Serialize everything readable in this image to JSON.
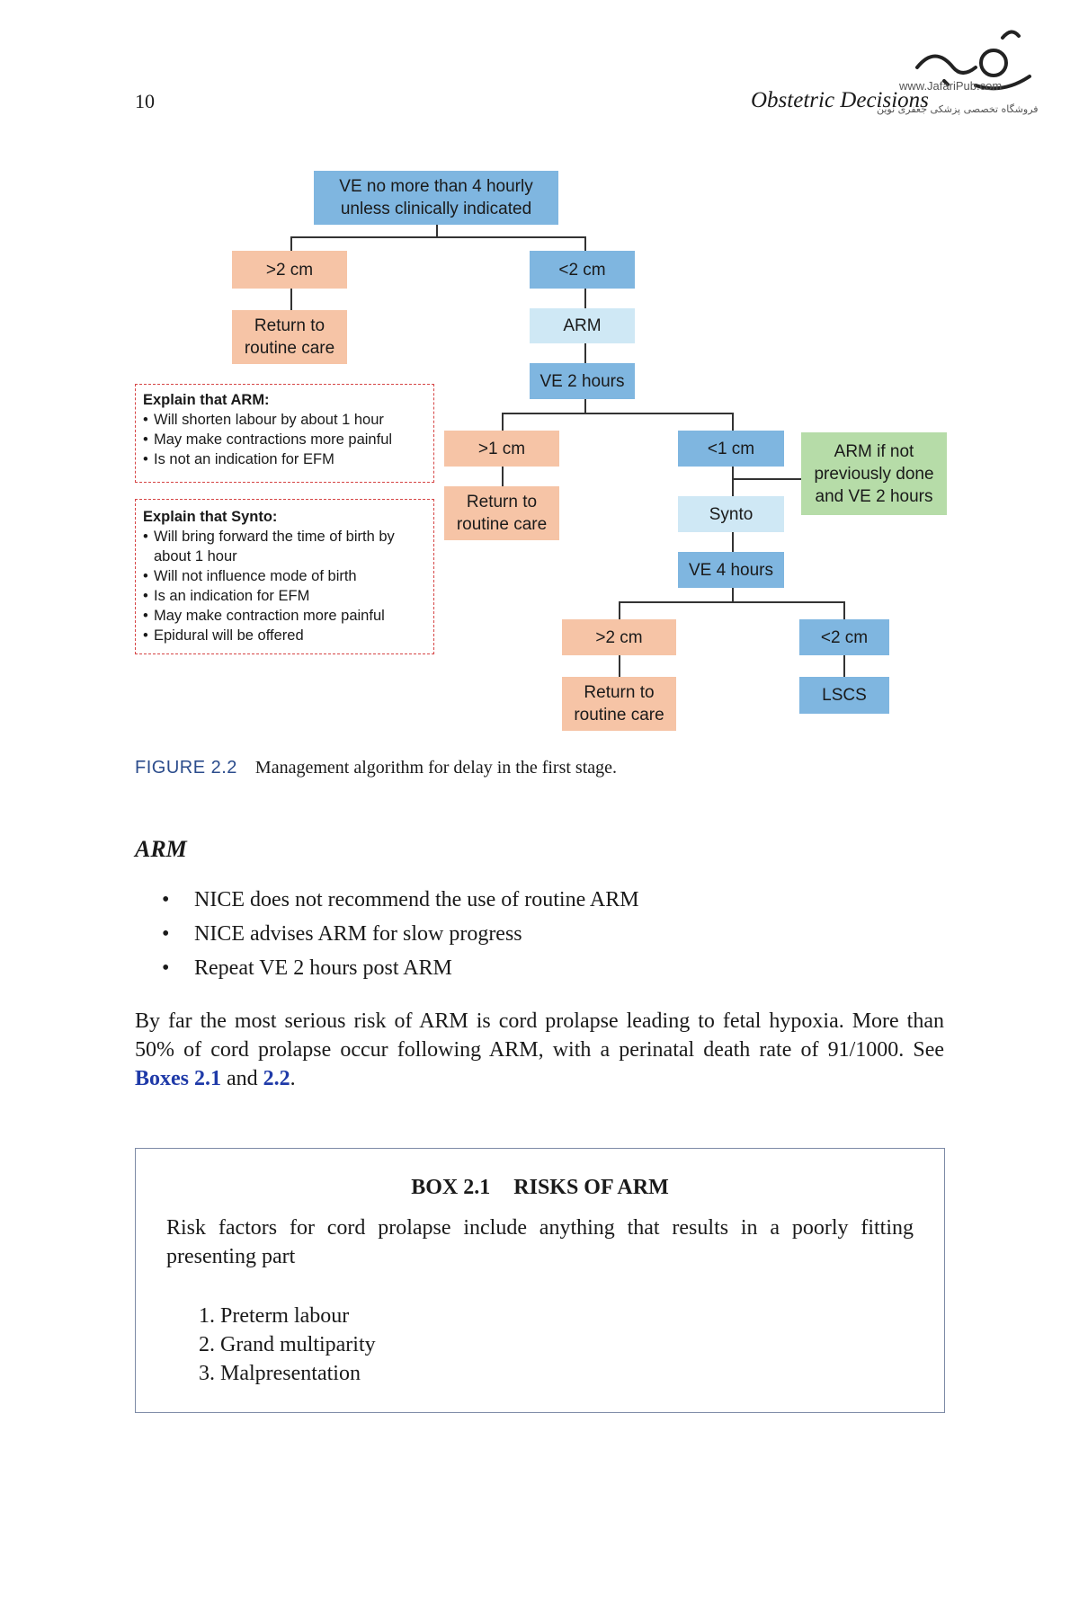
{
  "header": {
    "page_number": "10",
    "running_title": "Obstetric Decisions",
    "watermark_url": "www.JafariPub.com",
    "watermark_subtitle": "فروشگاه تخصصی پزشکی جعفری نوین"
  },
  "flowchart": {
    "root": "VE no more than 4 hourly unless clinically indicated",
    "left_branch": ">2 cm",
    "left_outcome": "Return to routine care",
    "right_branch": "<2 cm",
    "arm": "ARM",
    "ve_2_hours": "VE 2 hours",
    "gt1": ">1 cm",
    "gt1_outcome": "Return to routine care",
    "lt1": "<1 cm",
    "arm_if_not": "ARM if not previously done and VE 2 hours",
    "synto": "Synto",
    "ve_4_hours": "VE 4 hours",
    "gt2_final": ">2 cm",
    "gt2_final_outcome": "Return to routine care",
    "lt2_final": "<2 cm",
    "lscs": "LSCS",
    "note_arm": {
      "title": "Explain that ARM:",
      "items": [
        "Will shorten labour by about 1 hour",
        "May make contractions more painful",
        "Is not an indication for EFM"
      ]
    },
    "note_synto": {
      "title": "Explain that Synto:",
      "items": [
        "Will bring forward the time of birth by about 1 hour",
        "Will not influence mode of birth",
        "Is an indication for EFM",
        "May make contraction more painful",
        "Epidural will be offered"
      ]
    }
  },
  "caption": {
    "label": "FIGURE 2.2",
    "text": "Management algorithm for delay in the first stage."
  },
  "section": {
    "heading": "ARM",
    "bullets": [
      "NICE does not recommend the use of routine ARM",
      "NICE advises ARM for slow progress",
      "Repeat VE 2 hours post ARM"
    ],
    "paragraph_before": "By far the most serious risk of ARM is cord prolapse leading to fetal hypoxia. More than 50% of cord prolapse occur following ARM, with a perinatal death rate of 91/1000. See ",
    "link_boxes_word": "Boxes",
    "link_box_1": "2.1",
    "paragraph_and": " and ",
    "link_box_2": "2.2",
    "paragraph_end": "."
  },
  "box": {
    "number": "BOX 2.1",
    "title": "RISKS OF ARM",
    "intro": "Risk factors for cord prolapse include anything that results in a poorly fitting presenting part",
    "items": [
      "1. Preterm labour",
      "2. Grand multiparity",
      "3. Malpresentation"
    ]
  },
  "colors": {
    "blue": "#7fb6e0",
    "light_blue": "#cfe8f5",
    "peach": "#f6c4a6",
    "green": "#b6dca8",
    "note_border": "#d64545",
    "caption_label": "#2b4c8c",
    "link": "#1f3aa8"
  }
}
